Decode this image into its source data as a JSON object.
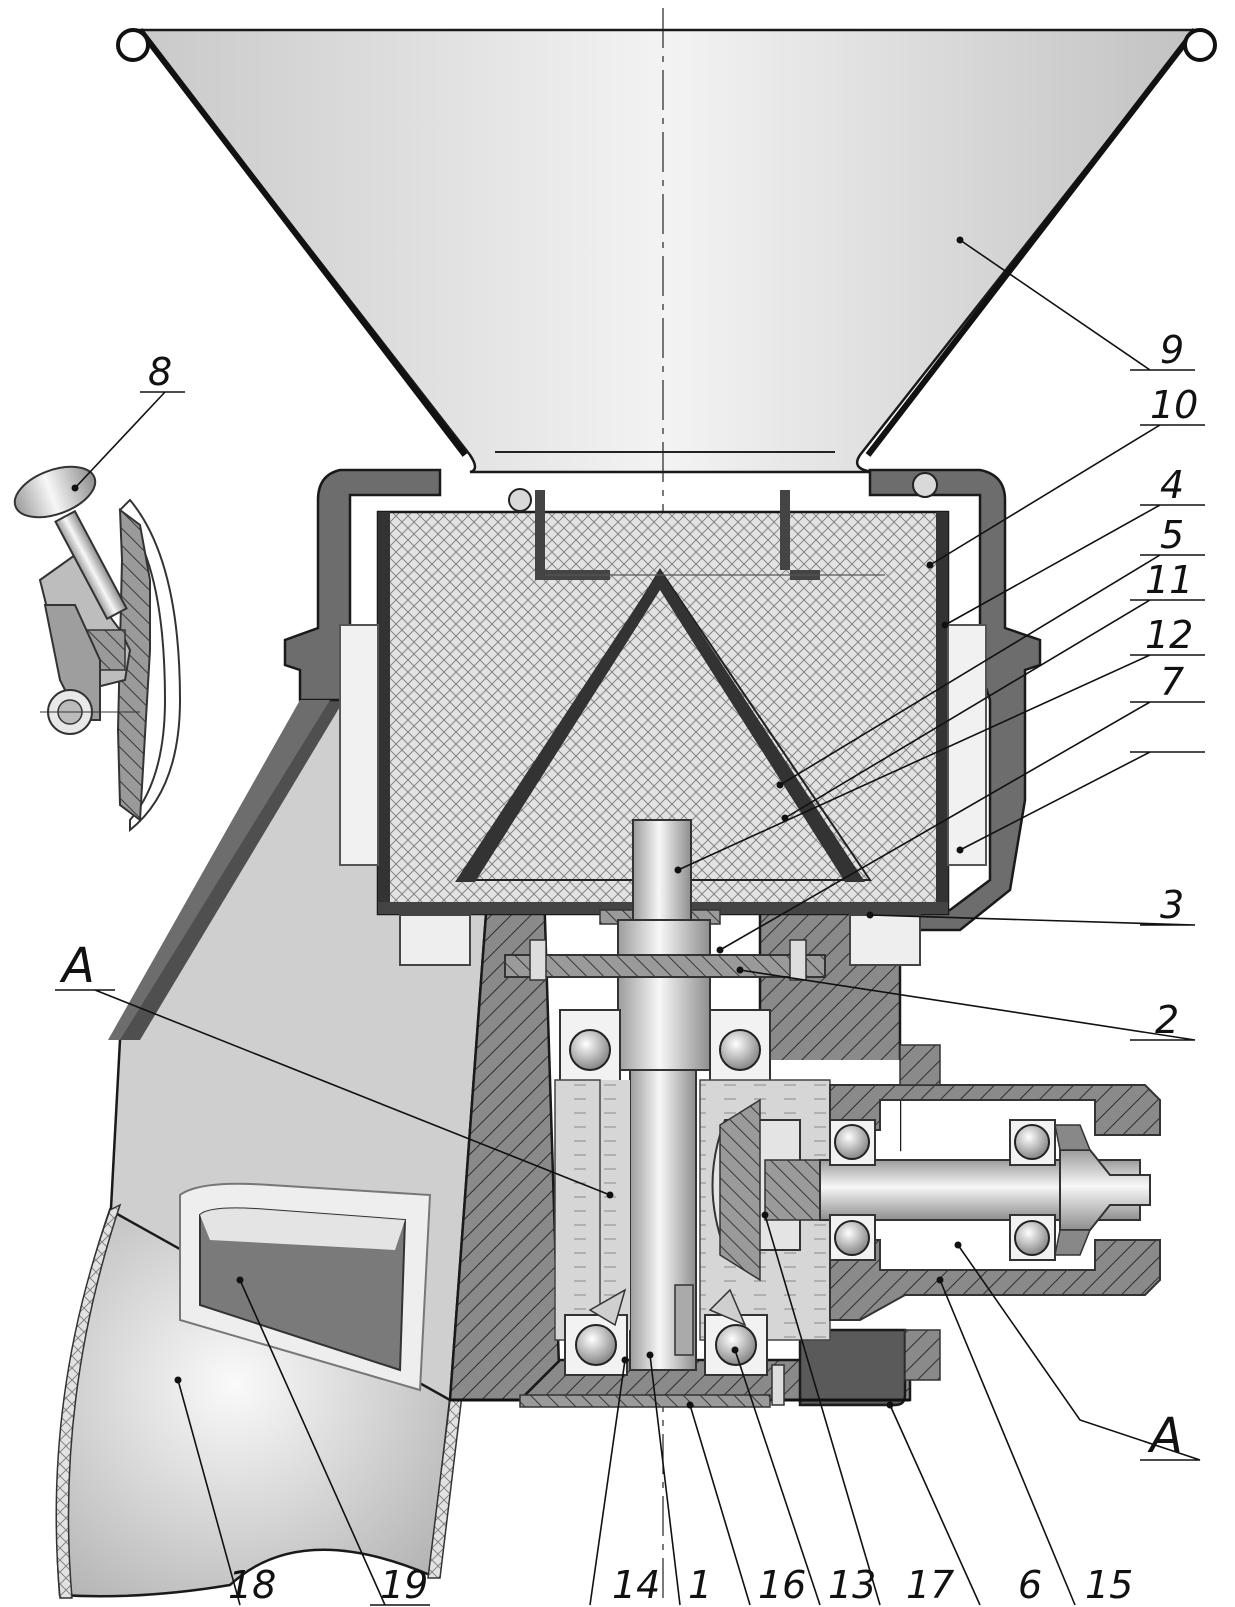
{
  "drawing": {
    "callouts": [
      "8",
      "9",
      "10",
      "4",
      "5",
      "11",
      "12",
      "7",
      "3",
      "2",
      "A",
      "A",
      "18",
      "19",
      "14",
      "1",
      "16",
      "13",
      "17",
      "6",
      "15"
    ]
  },
  "colors": {
    "housing": "#6f6f6f",
    "hatch": "#3a3a3a",
    "steel": "#cfcfcf",
    "light": "#ececec",
    "oil": "#d2d2d2"
  }
}
